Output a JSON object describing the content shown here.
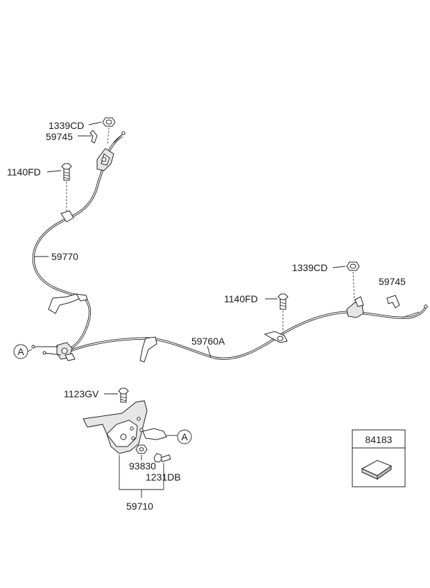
{
  "callouts": {
    "nut_upper": "1339CD",
    "clip_upper": "59745",
    "bolt_upper": "1140FD",
    "cable_left": "59770",
    "nut_right": "1339CD",
    "clip_right": "59745",
    "bolt_right": "1140FD",
    "cable_main": "59760A",
    "bolt_lever": "1123GV",
    "part_93830": "93830",
    "part_1231db": "1231DB",
    "lever_assy": "59710"
  },
  "connectors": {
    "ref_left": "A",
    "ref_lever": "A"
  },
  "legend_box": {
    "part_number": "84183"
  }
}
